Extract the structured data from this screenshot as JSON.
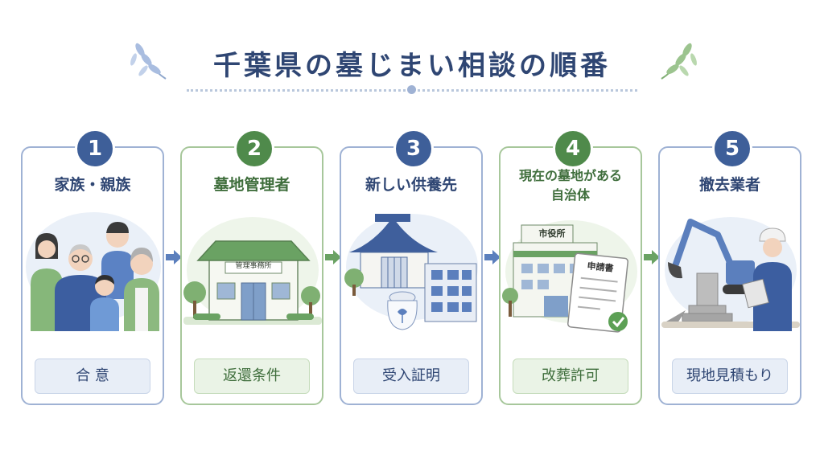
{
  "title": "千葉県の墓じまい相談の順番",
  "colors": {
    "blue": "#3e5f99",
    "green": "#4f8a4b",
    "title": "#2f4673"
  },
  "steps": [
    {
      "number": "1",
      "title": "家族・親族",
      "result": "合 意",
      "theme": "blue",
      "icon": "family-icon"
    },
    {
      "number": "2",
      "title": "墓地管理者",
      "result": "返還条件",
      "theme": "green",
      "icon": "cemetery-office-icon",
      "sign": "管理事務所"
    },
    {
      "number": "3",
      "title": "新しい供養先",
      "result": "受入証明",
      "theme": "blue",
      "icon": "temple-icon"
    },
    {
      "number": "4",
      "title_line1": "現在の墓地がある",
      "title_line2": "自治体",
      "result": "改葬許可",
      "theme": "green",
      "icon": "city-hall-icon",
      "sign": "市役所",
      "doc": "申請書"
    },
    {
      "number": "5",
      "title": "撤去業者",
      "result": "現地見積もり",
      "theme": "blue",
      "icon": "excavator-worker-icon"
    }
  ]
}
